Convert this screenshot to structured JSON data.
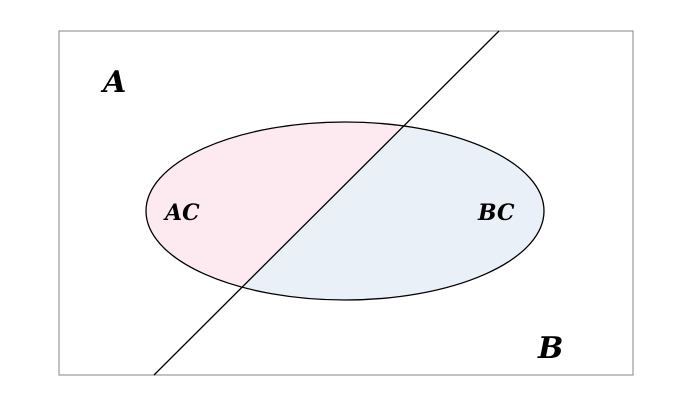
{
  "diagram": {
    "labels": {
      "region_a": "A",
      "region_b": "B",
      "region_ac": "AC",
      "region_bc": "BC"
    },
    "colors": {
      "border": "#999999",
      "ellipse_stroke": "#000000",
      "line_stroke": "#000000",
      "ac_fill": "#fdeaf0",
      "bc_fill": "#e9f0f7",
      "background": "#ffffff"
    }
  }
}
